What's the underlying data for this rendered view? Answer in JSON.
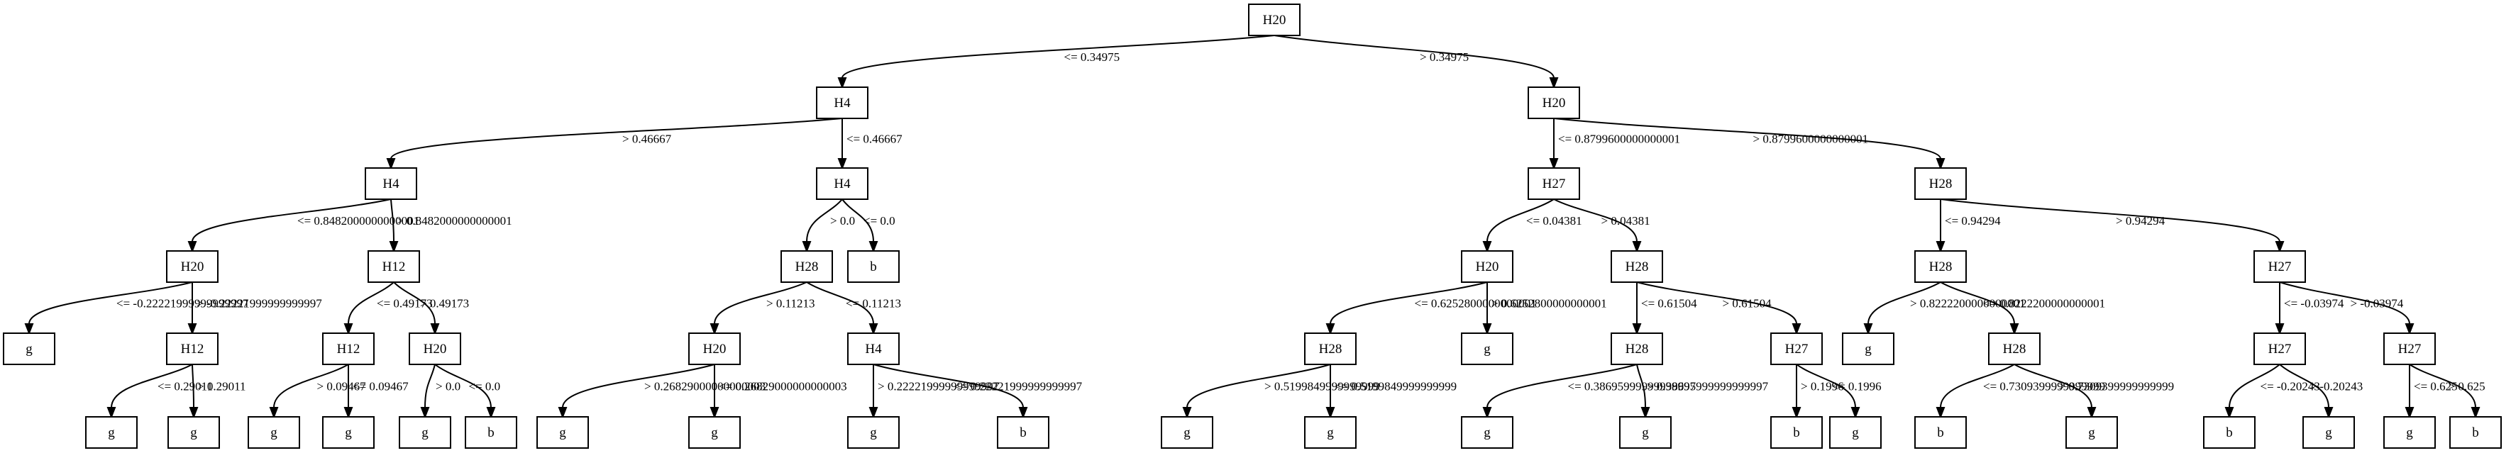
{
  "tree": {
    "nodes": [
      {
        "id": "n0",
        "label": "H20"
      },
      {
        "id": "n1",
        "label": "H4"
      },
      {
        "id": "n2",
        "label": "H20"
      },
      {
        "id": "n3",
        "label": "H4"
      },
      {
        "id": "n4",
        "label": "H4"
      },
      {
        "id": "n5",
        "label": "H27"
      },
      {
        "id": "n6",
        "label": "H28"
      },
      {
        "id": "n7",
        "label": "H20"
      },
      {
        "id": "n8",
        "label": "H12"
      },
      {
        "id": "n9",
        "label": "H28"
      },
      {
        "id": "n10",
        "label": "b"
      },
      {
        "id": "n11",
        "label": "H20"
      },
      {
        "id": "n12",
        "label": "H28"
      },
      {
        "id": "n13",
        "label": "H28"
      },
      {
        "id": "n14",
        "label": "H27"
      },
      {
        "id": "n15",
        "label": "g"
      },
      {
        "id": "n16",
        "label": "H12"
      },
      {
        "id": "n17",
        "label": "H12"
      },
      {
        "id": "n18",
        "label": "H20"
      },
      {
        "id": "n19",
        "label": "H20"
      },
      {
        "id": "n20",
        "label": "H4"
      },
      {
        "id": "n21",
        "label": "H28"
      },
      {
        "id": "n22",
        "label": "g"
      },
      {
        "id": "n23",
        "label": "H28"
      },
      {
        "id": "n24",
        "label": "H27"
      },
      {
        "id": "n25",
        "label": "g"
      },
      {
        "id": "n26",
        "label": "H28"
      },
      {
        "id": "n27",
        "label": "H27"
      },
      {
        "id": "n28",
        "label": "H27"
      },
      {
        "id": "n29",
        "label": "g"
      },
      {
        "id": "n30",
        "label": "g"
      },
      {
        "id": "n31",
        "label": "g"
      },
      {
        "id": "n32",
        "label": "g"
      },
      {
        "id": "n33",
        "label": "g"
      },
      {
        "id": "n34",
        "label": "b"
      },
      {
        "id": "n35",
        "label": "g"
      },
      {
        "id": "n36",
        "label": "g"
      },
      {
        "id": "n37",
        "label": "g"
      },
      {
        "id": "n38",
        "label": "b"
      },
      {
        "id": "n39",
        "label": "g"
      },
      {
        "id": "n40",
        "label": "g"
      },
      {
        "id": "n41",
        "label": "g"
      },
      {
        "id": "n42",
        "label": "g"
      },
      {
        "id": "n43",
        "label": "b"
      },
      {
        "id": "n44",
        "label": "g"
      },
      {
        "id": "n45",
        "label": "b"
      },
      {
        "id": "n46",
        "label": "g"
      },
      {
        "id": "n47",
        "label": "b"
      },
      {
        "id": "n48",
        "label": "g"
      },
      {
        "id": "n49",
        "label": "g"
      },
      {
        "id": "n50",
        "label": "b"
      }
    ],
    "edges": [
      {
        "from": "n0",
        "to": "n1",
        "label": "<= 0.34975"
      },
      {
        "from": "n0",
        "to": "n2",
        "label": "> 0.34975"
      },
      {
        "from": "n1",
        "to": "n3",
        "label": "> 0.46667"
      },
      {
        "from": "n1",
        "to": "n4",
        "label": "<= 0.46667"
      },
      {
        "from": "n2",
        "to": "n5",
        "label": "<= 0.8799600000000001"
      },
      {
        "from": "n2",
        "to": "n6",
        "label": "> 0.8799600000000001"
      },
      {
        "from": "n3",
        "to": "n7",
        "label": "<= 0.8482000000000001"
      },
      {
        "from": "n3",
        "to": "n8",
        "label": "> 0.8482000000000001"
      },
      {
        "from": "n4",
        "to": "n9",
        "label": "> 0.0"
      },
      {
        "from": "n4",
        "to": "n10",
        "label": "<= 0.0"
      },
      {
        "from": "n5",
        "to": "n11",
        "label": "<= 0.04381"
      },
      {
        "from": "n5",
        "to": "n12",
        "label": "> 0.04381"
      },
      {
        "from": "n6",
        "to": "n13",
        "label": "<= 0.94294"
      },
      {
        "from": "n6",
        "to": "n14",
        "label": "> 0.94294"
      },
      {
        "from": "n7",
        "to": "n15",
        "label": "<= -0.22221999999999997"
      },
      {
        "from": "n7",
        "to": "n16",
        "label": "> -0.22221999999999997"
      },
      {
        "from": "n8",
        "to": "n17",
        "label": "<= 0.49173"
      },
      {
        "from": "n8",
        "to": "n18",
        "label": "> 0.49173"
      },
      {
        "from": "n9",
        "to": "n19",
        "label": "> 0.11213"
      },
      {
        "from": "n9",
        "to": "n20",
        "label": "<= 0.11213"
      },
      {
        "from": "n11",
        "to": "n21",
        "label": "<= 0.6252800000000001"
      },
      {
        "from": "n11",
        "to": "n22",
        "label": "> 0.6252800000000001"
      },
      {
        "from": "n12",
        "to": "n23",
        "label": "<= 0.61504"
      },
      {
        "from": "n12",
        "to": "n24",
        "label": "> 0.61504"
      },
      {
        "from": "n13",
        "to": "n25",
        "label": "> 0.8222200000000001"
      },
      {
        "from": "n13",
        "to": "n26",
        "label": "<= 0.8222200000000001"
      },
      {
        "from": "n14",
        "to": "n27",
        "label": "<= -0.03974"
      },
      {
        "from": "n14",
        "to": "n28",
        "label": "> -0.03974"
      },
      {
        "from": "n16",
        "to": "n29",
        "label": "<= 0.29011"
      },
      {
        "from": "n16",
        "to": "n30",
        "label": "> 0.29011"
      },
      {
        "from": "n17",
        "to": "n31",
        "label": "> 0.09467"
      },
      {
        "from": "n17",
        "to": "n32",
        "label": "<= 0.09467"
      },
      {
        "from": "n18",
        "to": "n33",
        "label": "> 0.0"
      },
      {
        "from": "n18",
        "to": "n34",
        "label": "<= 0.0"
      },
      {
        "from": "n19",
        "to": "n35",
        "label": "> 0.26829000000000003"
      },
      {
        "from": "n19",
        "to": "n36",
        "label": "<= 0.26829000000000003"
      },
      {
        "from": "n20",
        "to": "n37",
        "label": "> 0.22221999999999997"
      },
      {
        "from": "n20",
        "to": "n38",
        "label": "<= 0.22221999999999997"
      },
      {
        "from": "n21",
        "to": "n39",
        "label": "> 0.5199849999999999"
      },
      {
        "from": "n21",
        "to": "n40",
        "label": "<= 0.5199849999999999"
      },
      {
        "from": "n23",
        "to": "n41",
        "label": "<= 0.38695999999999997"
      },
      {
        "from": "n23",
        "to": "n42",
        "label": "> 0.38695999999999997"
      },
      {
        "from": "n24",
        "to": "n43",
        "label": "> 0.1996"
      },
      {
        "from": "n24",
        "to": "n44",
        "label": "<= 0.1996"
      },
      {
        "from": "n26",
        "to": "n45",
        "label": "<= 0.7309399999999999"
      },
      {
        "from": "n26",
        "to": "n46",
        "label": "> 0.7309399999999999"
      },
      {
        "from": "n27",
        "to": "n47",
        "label": "<= -0.20243"
      },
      {
        "from": "n27",
        "to": "n48",
        "label": "> -0.20243"
      },
      {
        "from": "n28",
        "to": "n49",
        "label": "<= 0.625"
      },
      {
        "from": "n28",
        "to": "n50",
        "label": "> 0.625"
      }
    ]
  }
}
